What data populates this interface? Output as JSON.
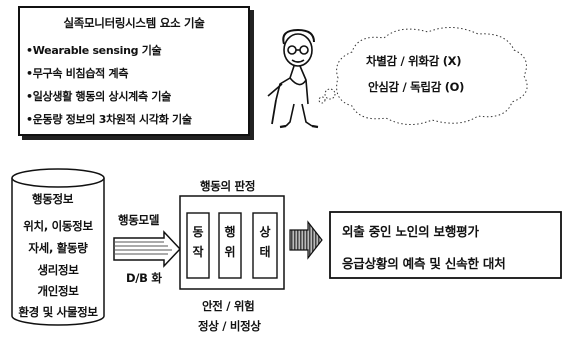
{
  "tech_box": {
    "title": "실족모니터링시스템 요소 기술",
    "items": [
      "•Wearable sensing 기술",
      "•무구속 비침습적 계측",
      "•일상생활 행동의 상시계측 기술",
      "•운동량 정보의 3차원적 시각화 기술"
    ]
  },
  "thought": {
    "line1": "차별감 / 위화감 (X)",
    "line2": "안심감 / 독립감 (O)"
  },
  "behavior_info": {
    "title": "행동정보",
    "items": [
      "위치, 이동정보",
      "자세, 활동량",
      "생리정보",
      "개인정보",
      "환경 및 사물정보"
    ]
  },
  "arrow_top_label": "행동모델",
  "arrow_bottom_label": "D/B 화",
  "judgment": {
    "title": "행동의 판정",
    "boxes": [
      "동작",
      "행위",
      "상태"
    ],
    "result1": "안전 / 위험",
    "result2": "정상 / 비정상"
  },
  "outcome": {
    "line1": "외출 중인 노인의 보행평가",
    "line2": "응급상황의 예측 및 신속한 대처"
  }
}
